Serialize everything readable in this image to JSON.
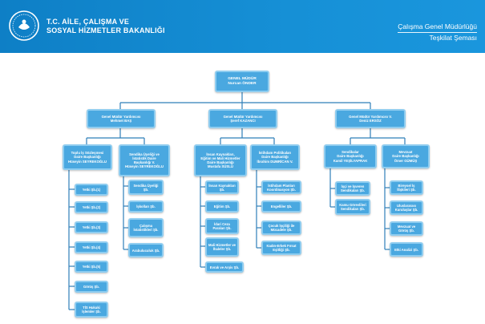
{
  "header": {
    "ministry_line1": "T.C. AİLE, ÇALIŞMA VE",
    "ministry_line2": "SOSYAL HİZMETLER BAKANLIĞI",
    "doc_title_line1": "Çalışma Genel Müdürlüğü",
    "doc_title_line2": "Teşkilat Şeması",
    "colors": {
      "banner": "#0e7fc6",
      "box": "#4aa8e0",
      "box_border": "#8fcdf0",
      "connector": "#2f7fb9"
    }
  },
  "nodes": {
    "root": {
      "line1": "GENEL MÜDÜR",
      "line2": "Nurcan ÖNDER"
    },
    "dep1": {
      "line1": "Genel Müdür Yardımcısı",
      "line2": "Mehmet BAŞ"
    },
    "dep2": {
      "line1": "Genel Müdür Yardımcısı",
      "line2": "Şeref KAZANCI"
    },
    "dep3": {
      "line1": "Genel Müdür Yardımcısı V.",
      "line2": "Deniz ERSÖZ"
    },
    "d1": {
      "line1": "Toplu İş Sözleşmesi",
      "line2": "Daire Başkanlığı",
      "line3": "Hüseyin SEYREKOĞLU"
    },
    "d2": {
      "line1": "Sendika Üyeliği ve",
      "line2": "İstatistik Daire",
      "line3": "Başkanlığı V.",
      "line4": "Hüseyin SEYREKOĞLU"
    },
    "d3": {
      "line1": "İnsan Kaynakları,",
      "line2": "Eğitim ve Mali Hizmetler",
      "line3": "Daire Başkanlığı",
      "line4": "Mustafa SÜSLÜ"
    },
    "d4": {
      "line1": "İstihdam Politikaları",
      "line2": "Daire Başkanlığı",
      "line3": "İbrahim DUMRİCAN V."
    },
    "d5": {
      "line1": "Sendikalar",
      "line2": "Daire Başkanlığı",
      "line3": "Kamil YEŞİLYAPRAK"
    },
    "d6": {
      "line1": "Mevzuat",
      "line2": "Daire Başkanlığı",
      "line3": "Ömer GÜMÜŞ"
    }
  },
  "leaves": {
    "d1": [
      "Yetki Şb.(1)",
      "Yetki Şb.(2)",
      "Yetki Şb.(3)",
      "Yetki Şb.(4)",
      "Yetki Şb.(5)",
      "Görüş Şb.",
      "TİS Hukuki İşlemler Şb."
    ],
    "d2": [
      "Sendika Üyeliği Şb.",
      "İşkolları Şb.",
      "Çalışma İstatistikleri Şb.",
      "Arabuluculuk Şb."
    ],
    "d3": [
      "İnsan Kaynakları Şb.",
      "Eğitim Şb.",
      "İdari Ceza Paraları Şb.",
      "Mali Hizmetler ve İhaleler Şb.",
      "Evrak ve Arşiv Şb."
    ],
    "d4": [
      "İstihdam Planları Koordinasyon Şb.",
      "Engelliler Şb.",
      "Çocuk İşçiliği ile Mücadele Şb.",
      "Kadın-Erkek Fırsat Eşitliği Şb."
    ],
    "d5": [
      "İşçi ve İşveren Sendikaları Şb.",
      "Kamu Görevlileri Sendikaları Şb."
    ],
    "d6": [
      "Bireysel İş İlişkileri Şb.",
      "Uluslararası Kuruluşlar Şb.",
      "Mevzuat ve Görüş Şb.",
      "Etki Analizi Şb."
    ]
  }
}
